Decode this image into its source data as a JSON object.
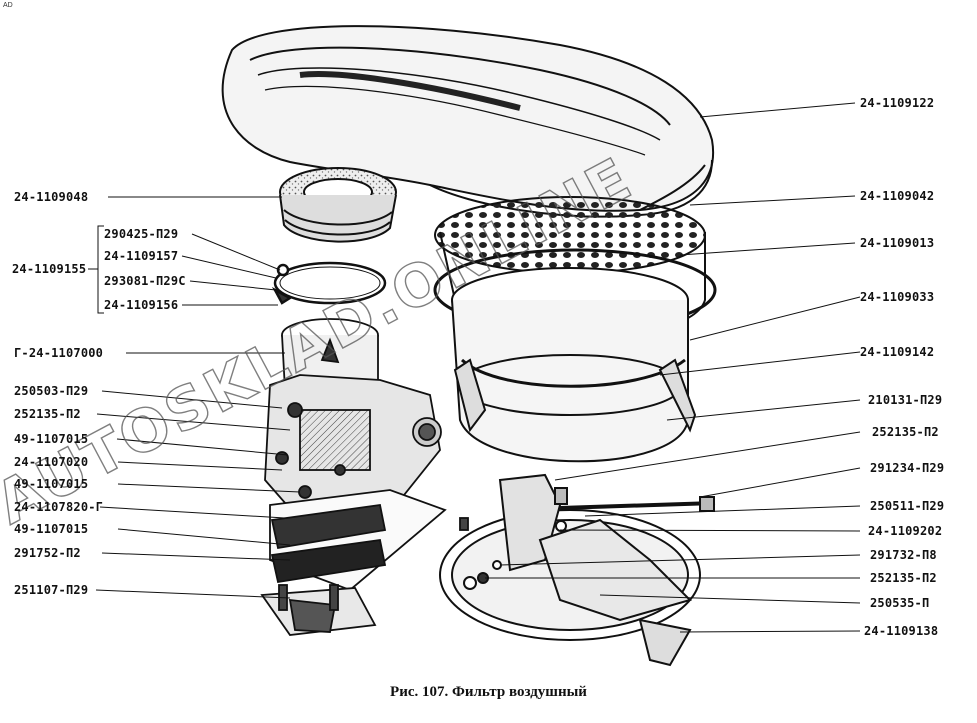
{
  "corner_mark": "AD",
  "caption": "Рис. 107. Фильтр воздушный",
  "watermark": "AUTOSKLAD.ONLINE",
  "labels_left": {
    "l1": "24-1109048",
    "l2": "290425-П29",
    "l3": "24-1109157",
    "l4": "24-1109155",
    "l5": "293081-П29С",
    "l6": "24-1109156",
    "l7": "Г-24-1107000",
    "l8": "250503-П29",
    "l9": "252135-П2",
    "l10": "49-1107015",
    "l11": "24-1107020",
    "l12": "49-1107015",
    "l13": "24-1107820-Г",
    "l14": "49-1107015",
    "l15": "291752-П2",
    "l16": "251107-П29"
  },
  "labels_right": {
    "r1": "24-1109122",
    "r2": "24-1109042",
    "r3": "24-1109013",
    "r4": "24-1109033",
    "r5": "24-1109142",
    "r6": "210131-П29",
    "r7": "252135-П2",
    "r8": "291234-П29",
    "r9": "250511-П29",
    "r10": "24-1109202",
    "r11": "291732-П8",
    "r12": "252135-П2",
    "r13": "250535-П",
    "r14": "24-1109138"
  }
}
